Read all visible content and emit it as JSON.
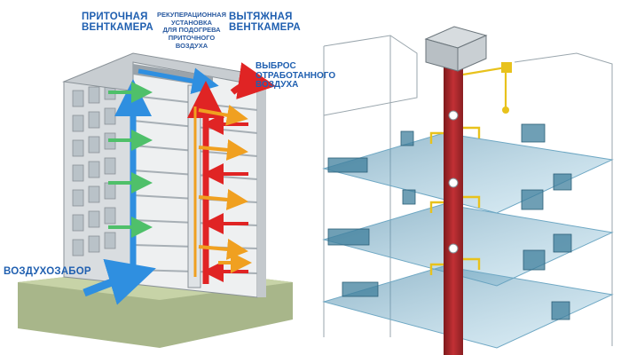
{
  "labels": {
    "supply_chamber": [
      "ПРИТОЧНАЯ",
      "ВЕНТКАМЕРА"
    ],
    "recuperation": [
      "РЕКУПЕРАЦИОННАЯ",
      "УСТАНОВКА",
      "ДЛЯ ПОДОГРЕВА",
      "ПРИТОЧНОГО ВОЗДУХА"
    ],
    "exhaust_chamber": [
      "ВЫТЯЖНАЯ",
      "ВЕНТКАМЕРА"
    ],
    "exhaust_out": [
      "ВЫБРОС",
      "ОТРАБОТАННОГО",
      "ВОЗДУХА"
    ],
    "air_intake": "ВОЗДУХОЗАБОР"
  },
  "colors": {
    "supply_air": "#2f8fe0",
    "exhaust_air": "#e02424",
    "fresh_air": "#4fc06a",
    "warm_air": "#f0a020",
    "label": "#1f5fb0",
    "duct_shaft": "#b3272b",
    "equipment_yellow": "#e8c21c"
  }
}
